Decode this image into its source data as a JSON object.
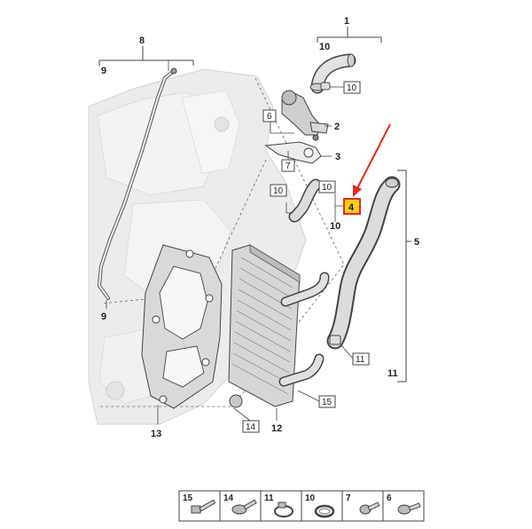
{
  "callouts": {
    "c1": "1",
    "c2": "2",
    "c3": "3",
    "c4": "4",
    "c5": "5",
    "c6_box": "6",
    "c7_box": "7",
    "c8": "8",
    "c9_top": "9",
    "c9_bottom": "9",
    "c10_top": "10",
    "c10_box_a": "10",
    "c10_box_b": "10",
    "c10_box_c": "10",
    "c10_plain": "10",
    "c11_box": "11",
    "c11_plain": "11",
    "c12": "12",
    "c13": "13",
    "c14_box": "14",
    "c15_box": "15"
  },
  "legend": [
    {
      "num": "15",
      "icon": "bolt-long-icon"
    },
    {
      "num": "14",
      "icon": "bolt-flange-icon"
    },
    {
      "num": "11",
      "icon": "hose-clamp-icon"
    },
    {
      "num": "10",
      "icon": "spring-clamp-icon"
    },
    {
      "num": "7",
      "icon": "bolt-short-icon"
    },
    {
      "num": "6",
      "icon": "bolt-collar-icon"
    }
  ],
  "colors": {
    "highlight_fill": "#ffd21a",
    "highlight_border": "#e8281e",
    "arrow": "#e8281e",
    "line": "#444444",
    "ghost": "#e9e9e9"
  }
}
